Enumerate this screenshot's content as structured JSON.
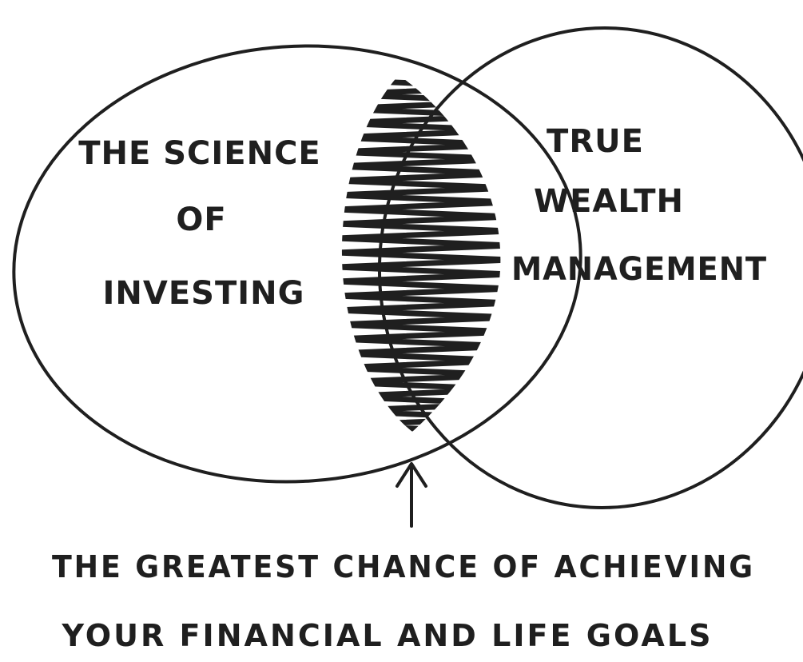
{
  "colors": {
    "ink": "#1f1f1f",
    "background": "#ffffff"
  },
  "left_circle": {
    "lines": [
      "THE SCIENCE",
      "OF",
      "INVESTING"
    ]
  },
  "right_circle": {
    "lines": [
      "TRUE",
      "WEALTH",
      "MANAGEMENT"
    ]
  },
  "overlap": {
    "fill": "scribble"
  },
  "caption": {
    "lines": [
      "THE GREATEST CHANCE OF ACHIEVING",
      "YOUR FINANCIAL AND LIFE GOALS"
    ]
  }
}
